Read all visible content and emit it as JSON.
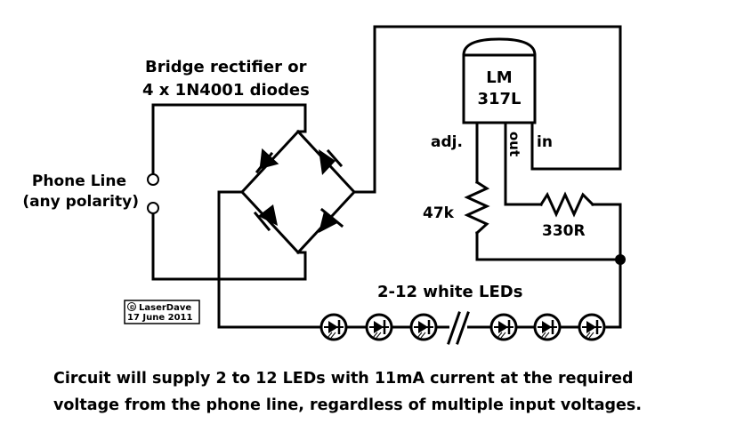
{
  "labels": {
    "rectifier_line1": "Bridge rectifier or",
    "rectifier_line2": "4 x 1N4001 diodes",
    "phone_line1": "Phone Line",
    "phone_line2": "(any polarity)",
    "regulator_line1": "LM",
    "regulator_line2": "317L",
    "pin_adj": "adj.",
    "pin_out": "out",
    "pin_in": "in",
    "resistor_adj": "47k",
    "resistor_out": "330R",
    "leds": "2-12 white LEDs",
    "copyright_author": "LaserDave",
    "copyright_date": "17 June 2011",
    "copyright_symbol": "©",
    "caption_line1": "Circuit will supply 2 to 12 LEDs with 11mA current at the required",
    "caption_line2": "voltage from the phone line, regardless of multiple input voltages."
  }
}
